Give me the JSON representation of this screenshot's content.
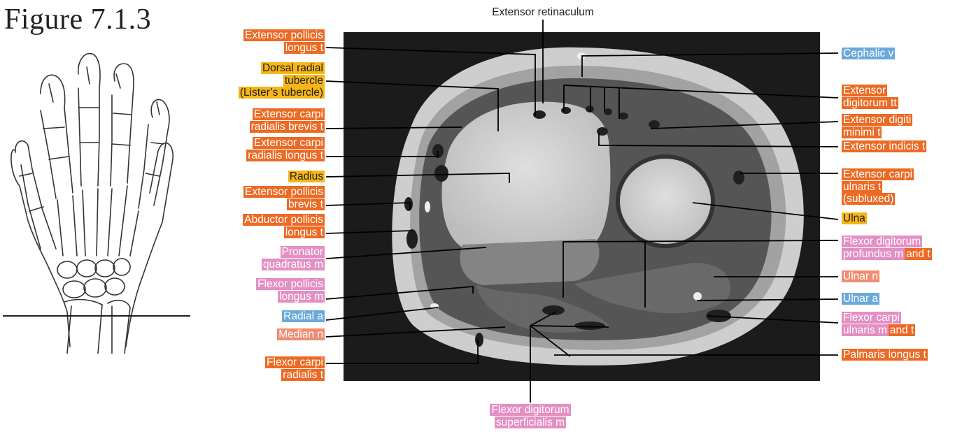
{
  "figure_title": "Figure 7.1.3",
  "colors": {
    "tendon": "#ec6a24",
    "bone": "#f5b617",
    "muscle": "#e48fc3",
    "nerve": "#ef8d73",
    "vessel": "#6aa9d9",
    "leader_line": "#000000",
    "mri_background": "#1b1b1b"
  },
  "labels": {
    "extensor_retinaculum": "Extensor retinaculum",
    "epl_1": "Extensor pollicis",
    "epl_2": "longus t",
    "drt_1": "Dorsal radial",
    "drt_2": "tubercle",
    "drt_3": "(Lister’s tubercle)",
    "ecrb_1": "Extensor carpi",
    "ecrb_2": "radialis brevis t",
    "ecrl_1": "Extensor carpi",
    "ecrl_2": "radialis longus t",
    "radius": "Radius",
    "epb_1": "Extensor pollicis",
    "epb_2": "brevis t",
    "apl_1": "Abductor pollicis",
    "apl_2": "longus t",
    "pq_1": "Pronator",
    "pq_2": "quadratus m",
    "fpl_1": "Flexor pollicis",
    "fpl_2": "longus m",
    "radial_a": "Radial a",
    "median_n": "Median n",
    "fcr_1": "Flexor carpi",
    "fcr_2": "radialis t",
    "fds_1": "Flexor digitorum",
    "fds_2": "superficialis m",
    "cephalic_v": "Cephalic v",
    "edc_1": "Extensor",
    "edc_2": "digitorum tt",
    "edm_1": "Extensor digiti",
    "edm_2": "minimi t",
    "ext_indicis": "Extensor indicis t",
    "ecu_1": "Extensor carpi",
    "ecu_2": "ulnaris t",
    "ecu_3": "(subluxed)",
    "ulna": "Ulna",
    "fdp_1": "Flexor digitorum",
    "fdp_2a": "profundus m",
    "fdp_2b": "and t",
    "ulnar_n": "Ulnar n",
    "ulnar_a": "Ulnar a",
    "fcu_1": "Flexor carpi",
    "fcu_2a": "ulnaris m",
    "fcu_2b": "and t",
    "palmaris": "Palmaris longus t"
  }
}
